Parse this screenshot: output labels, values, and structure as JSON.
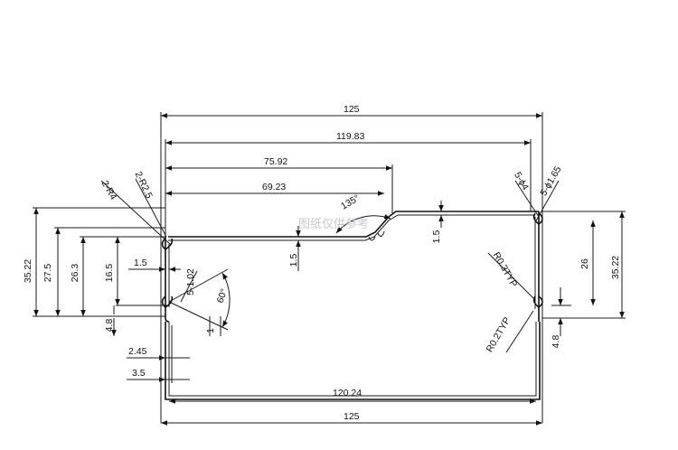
{
  "drawing": {
    "watermark": "图纸仅供参考",
    "dimensions": {
      "overall_width_top": "125",
      "overall_width_bottom": "125",
      "inner_width_top": "119.83",
      "inner_width_bottom": "120.24",
      "step_width": "75.92",
      "flat_width": "69.23",
      "angle_step": "135°",
      "angle_v": "60°",
      "height_left": "35.22",
      "height_right": "35.22",
      "height_27_5": "27.5",
      "height_26_3": "26.3",
      "height_16_5": "16.5",
      "height_right_26": "26",
      "gap_left": "4.8",
      "gap_right": "4.8",
      "wall_1_5_a": "1.5",
      "wall_1_5_b": "1.5",
      "wall_1_5_c": "1.5",
      "offset_2_45": "2.45",
      "offset_3_5": "3.5",
      "slot_5_1_02": "5-1.02",
      "one": "1",
      "radius_2_r4": "2-R4",
      "radius_2_r2_5": "2-R2.5",
      "hole_5_phi4": "5-ϕ4",
      "hole_5_phi1_65": "5-ϕ1.65",
      "r_0_3_typ": "R0.3TYP",
      "r_0_2_typ": "R0.2TYP"
    }
  }
}
